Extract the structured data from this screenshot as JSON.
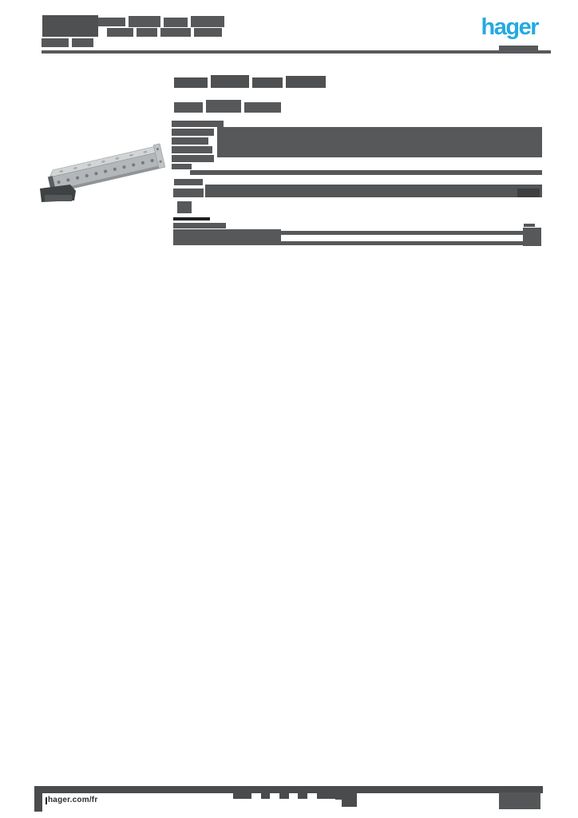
{
  "logo": {
    "text": "hager",
    "color": "#24a9e1"
  },
  "footer": {
    "url": "hager.com/fr"
  },
  "product_photo": {
    "alt": "perforated galvanized steel mounting rail, angled view"
  },
  "colors": {
    "page_background": "#ffffff",
    "redaction_gray": "#57585a",
    "redaction_dark": "#4f5052",
    "footer_bar": "#4a4b4d",
    "accent_blue": "#24a9e1",
    "photo_steel_light": "#d2d5d6",
    "photo_steel_mid": "#b3b7b9"
  }
}
